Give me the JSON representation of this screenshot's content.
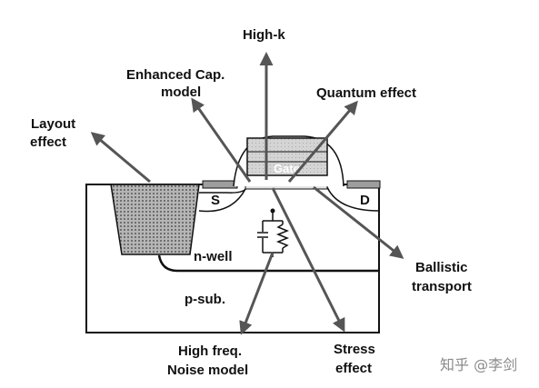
{
  "labels": {
    "high_k": "High-k",
    "enhanced_cap_1": "Enhanced Cap.",
    "enhanced_cap_2": "model",
    "quantum": "Quantum effect",
    "layout_1": "Layout",
    "layout_2": "effect",
    "source": "S",
    "drain": "D",
    "gate": "Gate",
    "nwell": "n-well",
    "psub": "p-sub.",
    "ballistic_1": "Ballistic",
    "ballistic_2": "transport",
    "highfreq_1": "High freq.",
    "highfreq_2": "Noise model",
    "stress_1": "Stress",
    "stress_2": "effect"
  },
  "watermark": "知乎 @李剑",
  "colors": {
    "arrow": "#555555",
    "line": "#111111",
    "sti_fill": "#9a9a9a",
    "gate_fill": "#c8c8c8",
    "contact": "#9e9e9e"
  }
}
